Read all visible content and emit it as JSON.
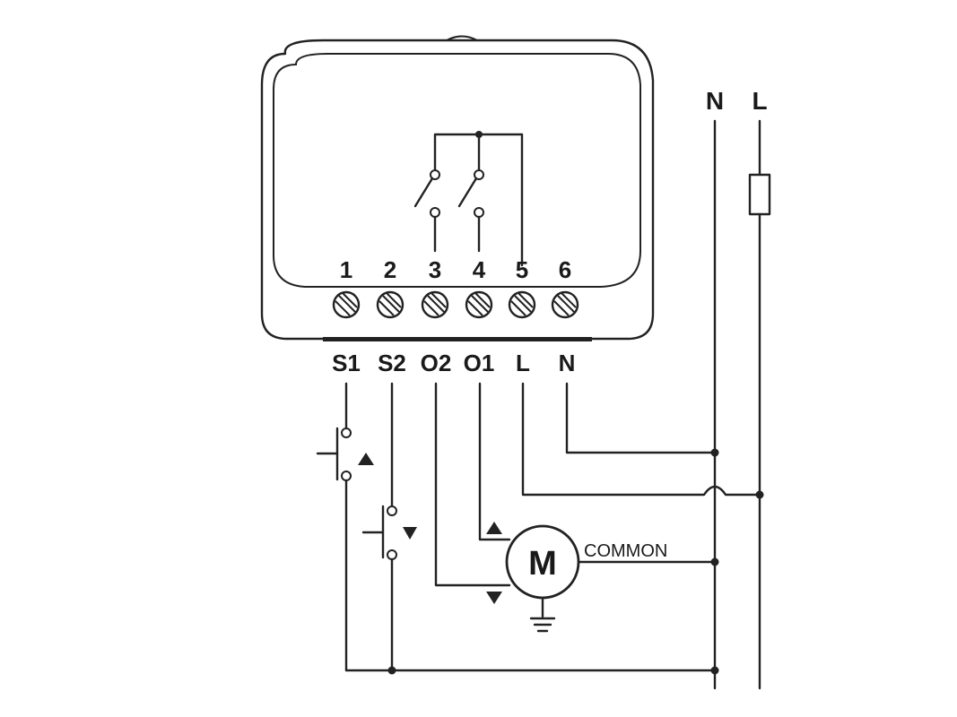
{
  "terminal_numbers": [
    "1",
    "2",
    "3",
    "4",
    "5",
    "6"
  ],
  "terminal_labels": [
    "S1",
    "S2",
    "O2",
    "O1",
    "L",
    "N"
  ],
  "bus": {
    "neutral": "N",
    "line": "L"
  },
  "motor": {
    "symbol": "M",
    "common_label": "COMMON"
  },
  "colors": {
    "ink": "#222222",
    "background": "#ffffff"
  }
}
